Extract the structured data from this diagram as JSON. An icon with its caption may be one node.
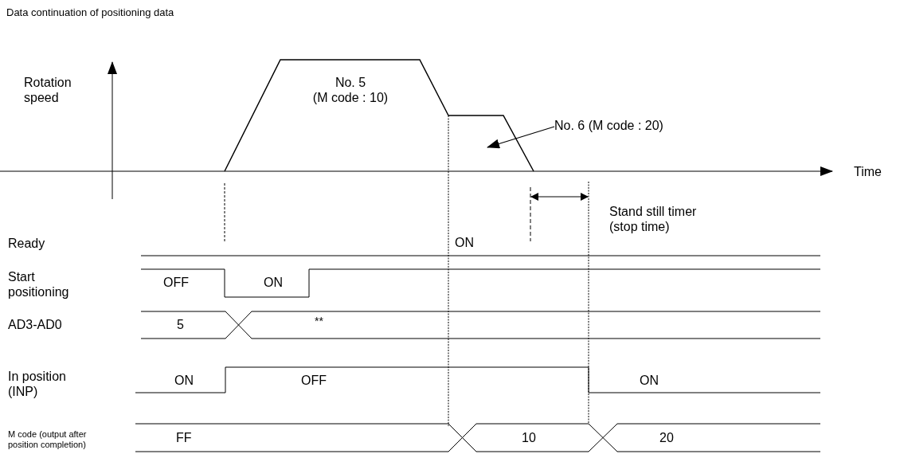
{
  "diagram": {
    "title": "Data continuation of positioning data",
    "nodes": [
      {
        "text": [
          "No. 6 (M code : 20)"
        ]
      },
      {
        "text": [],
        "shape": "line"
      }
    ],
    "edges": [
      {
        "from": 0,
        "to": 1,
        "arrow": "to"
      }
    ],
    "labels": [
      "Rotation speed",
      "No. 5 (M code : 10)",
      "Time",
      "Stand still timer (stop time)",
      "Ready",
      "ON",
      "Start positioning",
      "OFF",
      "ON",
      "AD3-AD0",
      "5",
      "**",
      "In position (INP)",
      "ON",
      "OFF",
      "ON",
      "M code (output after position completion)",
      "FF",
      "10",
      "20"
    ]
  }
}
